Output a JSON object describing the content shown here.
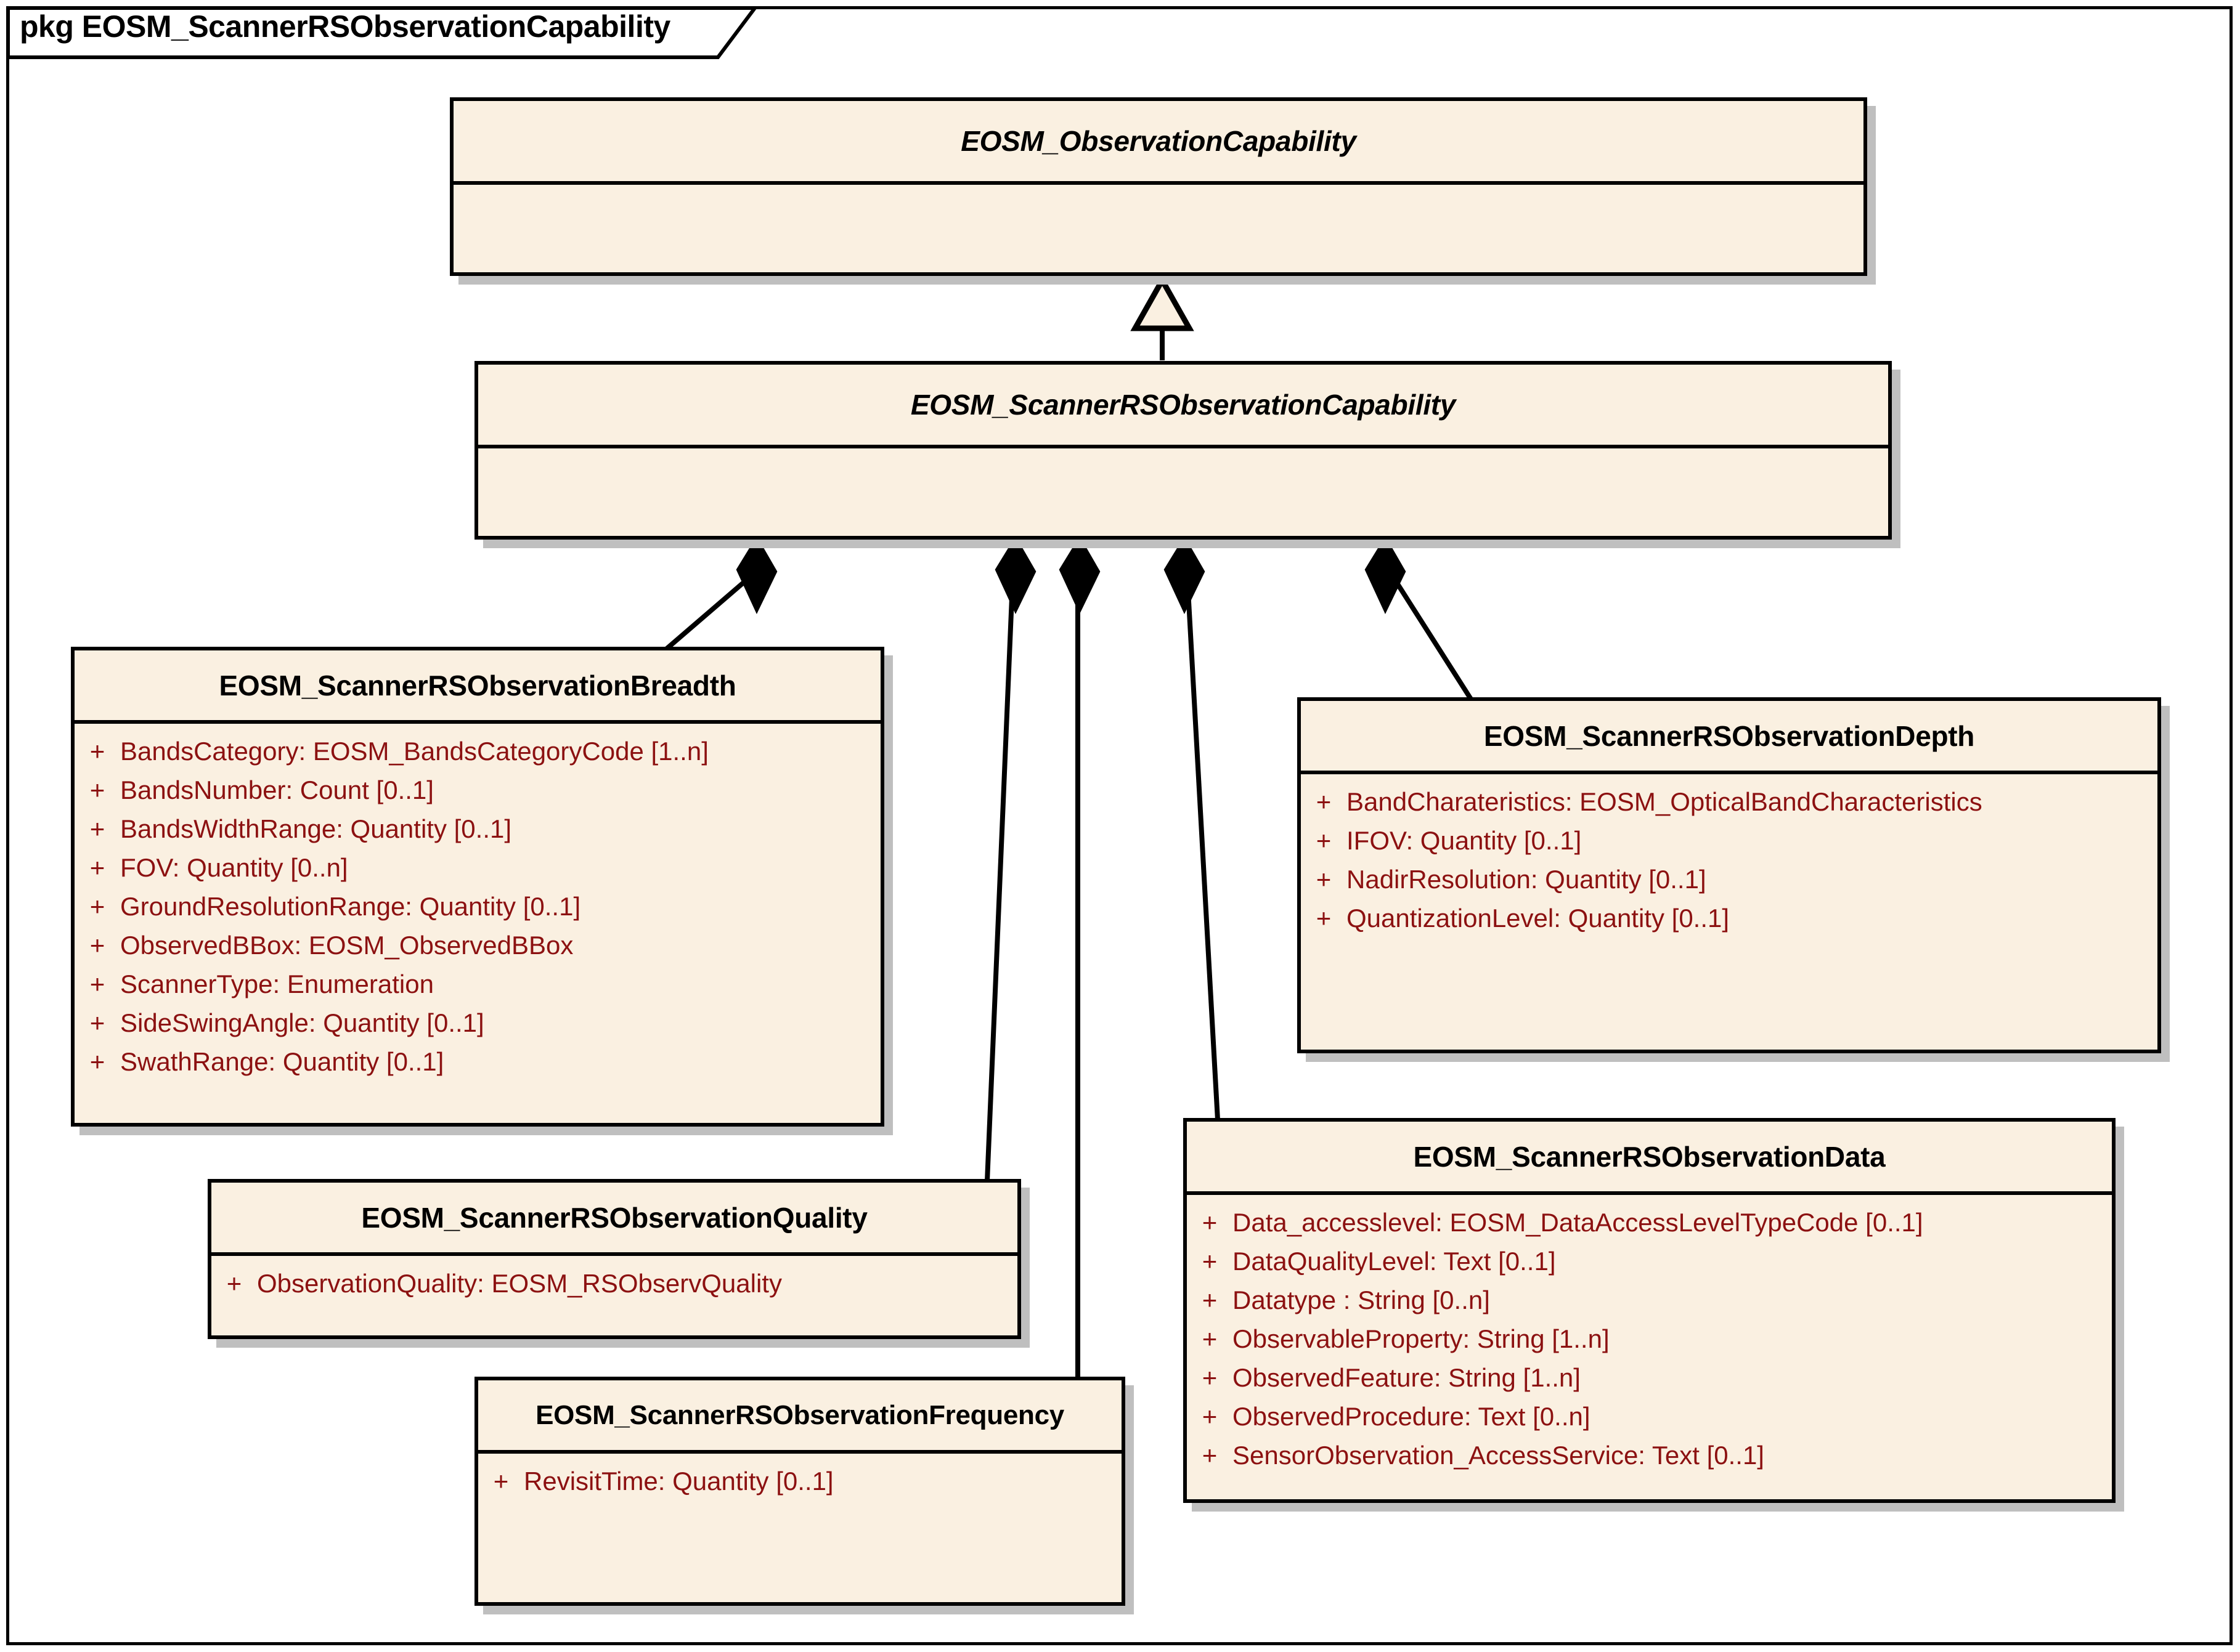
{
  "package": {
    "stereotype": "pkg",
    "name": "EOSM_ScannerRSObservationCapability",
    "label": "pkg EOSM_ScannerRSObservationCapability"
  },
  "colors": {
    "class_fill": "#faf0e1",
    "class_border": "#000000",
    "attribute_text": "#8c1111",
    "class_name_text": "#000000",
    "shadow": "#bfbfbf",
    "page_background": "#ffffff"
  },
  "classes": [
    {
      "id": "observation-capability",
      "name": "EOSM_ObservationCapability",
      "abstract": true,
      "attributes": []
    },
    {
      "id": "scanner-rs-observation-capability",
      "name": "EOSM_ScannerRSObservationCapability",
      "abstract": true,
      "attributes": []
    },
    {
      "id": "scanner-rs-observation-breadth",
      "name": "EOSM_ScannerRSObservationBreadth",
      "abstract": false,
      "attributes": [
        {
          "visibility": "+",
          "text": "BandsCategory:  EOSM_BandsCategoryCode [1..n]"
        },
        {
          "visibility": "+",
          "text": "BandsNumber:  Count [0..1]"
        },
        {
          "visibility": "+",
          "text": "BandsWidthRange:  Quantity [0..1]"
        },
        {
          "visibility": "+",
          "text": "FOV:  Quantity [0..n]"
        },
        {
          "visibility": "+",
          "text": "GroundResolutionRange:  Quantity [0..1]"
        },
        {
          "visibility": "+",
          "text": "ObservedBBox:  EOSM_ObservedBBox"
        },
        {
          "visibility": "+",
          "text": "ScannerType:  Enumeration"
        },
        {
          "visibility": "+",
          "text": "SideSwingAngle:  Quantity [0..1]"
        },
        {
          "visibility": "+",
          "text": "SwathRange:  Quantity [0..1]"
        }
      ]
    },
    {
      "id": "scanner-rs-observation-depth",
      "name": "EOSM_ScannerRSObservationDepth",
      "abstract": false,
      "attributes": [
        {
          "visibility": "+",
          "text": "BandCharateristics:  EOSM_OpticalBandCharacteristics"
        },
        {
          "visibility": "+",
          "text": "IFOV:  Quantity [0..1]"
        },
        {
          "visibility": "+",
          "text": "NadirResolution:  Quantity [0..1]"
        },
        {
          "visibility": "+",
          "text": "QuantizationLevel:  Quantity [0..1]"
        }
      ]
    },
    {
      "id": "scanner-rs-observation-quality",
      "name": "EOSM_ScannerRSObservationQuality",
      "abstract": false,
      "attributes": [
        {
          "visibility": "+",
          "text": "ObservationQuality:  EOSM_RSObservQuality"
        }
      ]
    },
    {
      "id": "scanner-rs-observation-frequency",
      "name": "EOSM_ScannerRSObservationFrequency",
      "abstract": false,
      "attributes": [
        {
          "visibility": "+",
          "text": "RevisitTime:  Quantity [0..1]"
        }
      ]
    },
    {
      "id": "scanner-rs-observation-data",
      "name": "EOSM_ScannerRSObservationData",
      "abstract": false,
      "attributes": [
        {
          "visibility": "+",
          "text": "Data_accesslevel:  EOSM_DataAccessLevelTypeCode [0..1]"
        },
        {
          "visibility": "+",
          "text": "DataQualityLevel:  Text [0..1]"
        },
        {
          "visibility": "+",
          "text": "Datatype :  String [0..n]"
        },
        {
          "visibility": "+",
          "text": "ObservableProperty:  String [1..n]"
        },
        {
          "visibility": "+",
          "text": "ObservedFeature:  String [1..n]"
        },
        {
          "visibility": "+",
          "text": "ObservedProcedure:  Text [0..n]"
        },
        {
          "visibility": "+",
          "text": "SensorObservation_AccessService:  Text [0..1]"
        }
      ]
    }
  ],
  "relationships": [
    {
      "type": "generalization",
      "from": "scanner-rs-observation-capability",
      "to": "observation-capability",
      "marker": "hollow-triangle"
    },
    {
      "type": "composition",
      "from": "scanner-rs-observation-capability",
      "to": "scanner-rs-observation-breadth",
      "marker": "filled-diamond"
    },
    {
      "type": "composition",
      "from": "scanner-rs-observation-capability",
      "to": "scanner-rs-observation-quality",
      "marker": "filled-diamond"
    },
    {
      "type": "composition",
      "from": "scanner-rs-observation-capability",
      "to": "scanner-rs-observation-frequency",
      "marker": "filled-diamond"
    },
    {
      "type": "composition",
      "from": "scanner-rs-observation-capability",
      "to": "scanner-rs-observation-data",
      "marker": "filled-diamond"
    },
    {
      "type": "composition",
      "from": "scanner-rs-observation-capability",
      "to": "scanner-rs-observation-depth",
      "marker": "filled-diamond"
    }
  ]
}
